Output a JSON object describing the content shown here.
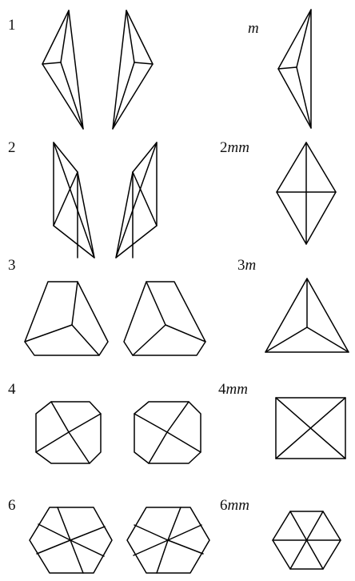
{
  "rows": [
    {
      "left_label": "1",
      "right_label": {
        "prefix": "",
        "italic": "m"
      }
    },
    {
      "left_label": "2",
      "right_label": {
        "prefix": "2",
        "italic": "mm"
      }
    },
    {
      "left_label": "3",
      "right_label": {
        "prefix": "3",
        "italic": "m"
      }
    },
    {
      "left_label": "4",
      "right_label": {
        "prefix": "4",
        "italic": "mm"
      }
    },
    {
      "left_label": "6",
      "right_label": {
        "prefix": "6",
        "italic": "mm"
      }
    }
  ],
  "colors": {
    "stroke": "#000000",
    "text": "#111111",
    "background": "#ffffff"
  }
}
